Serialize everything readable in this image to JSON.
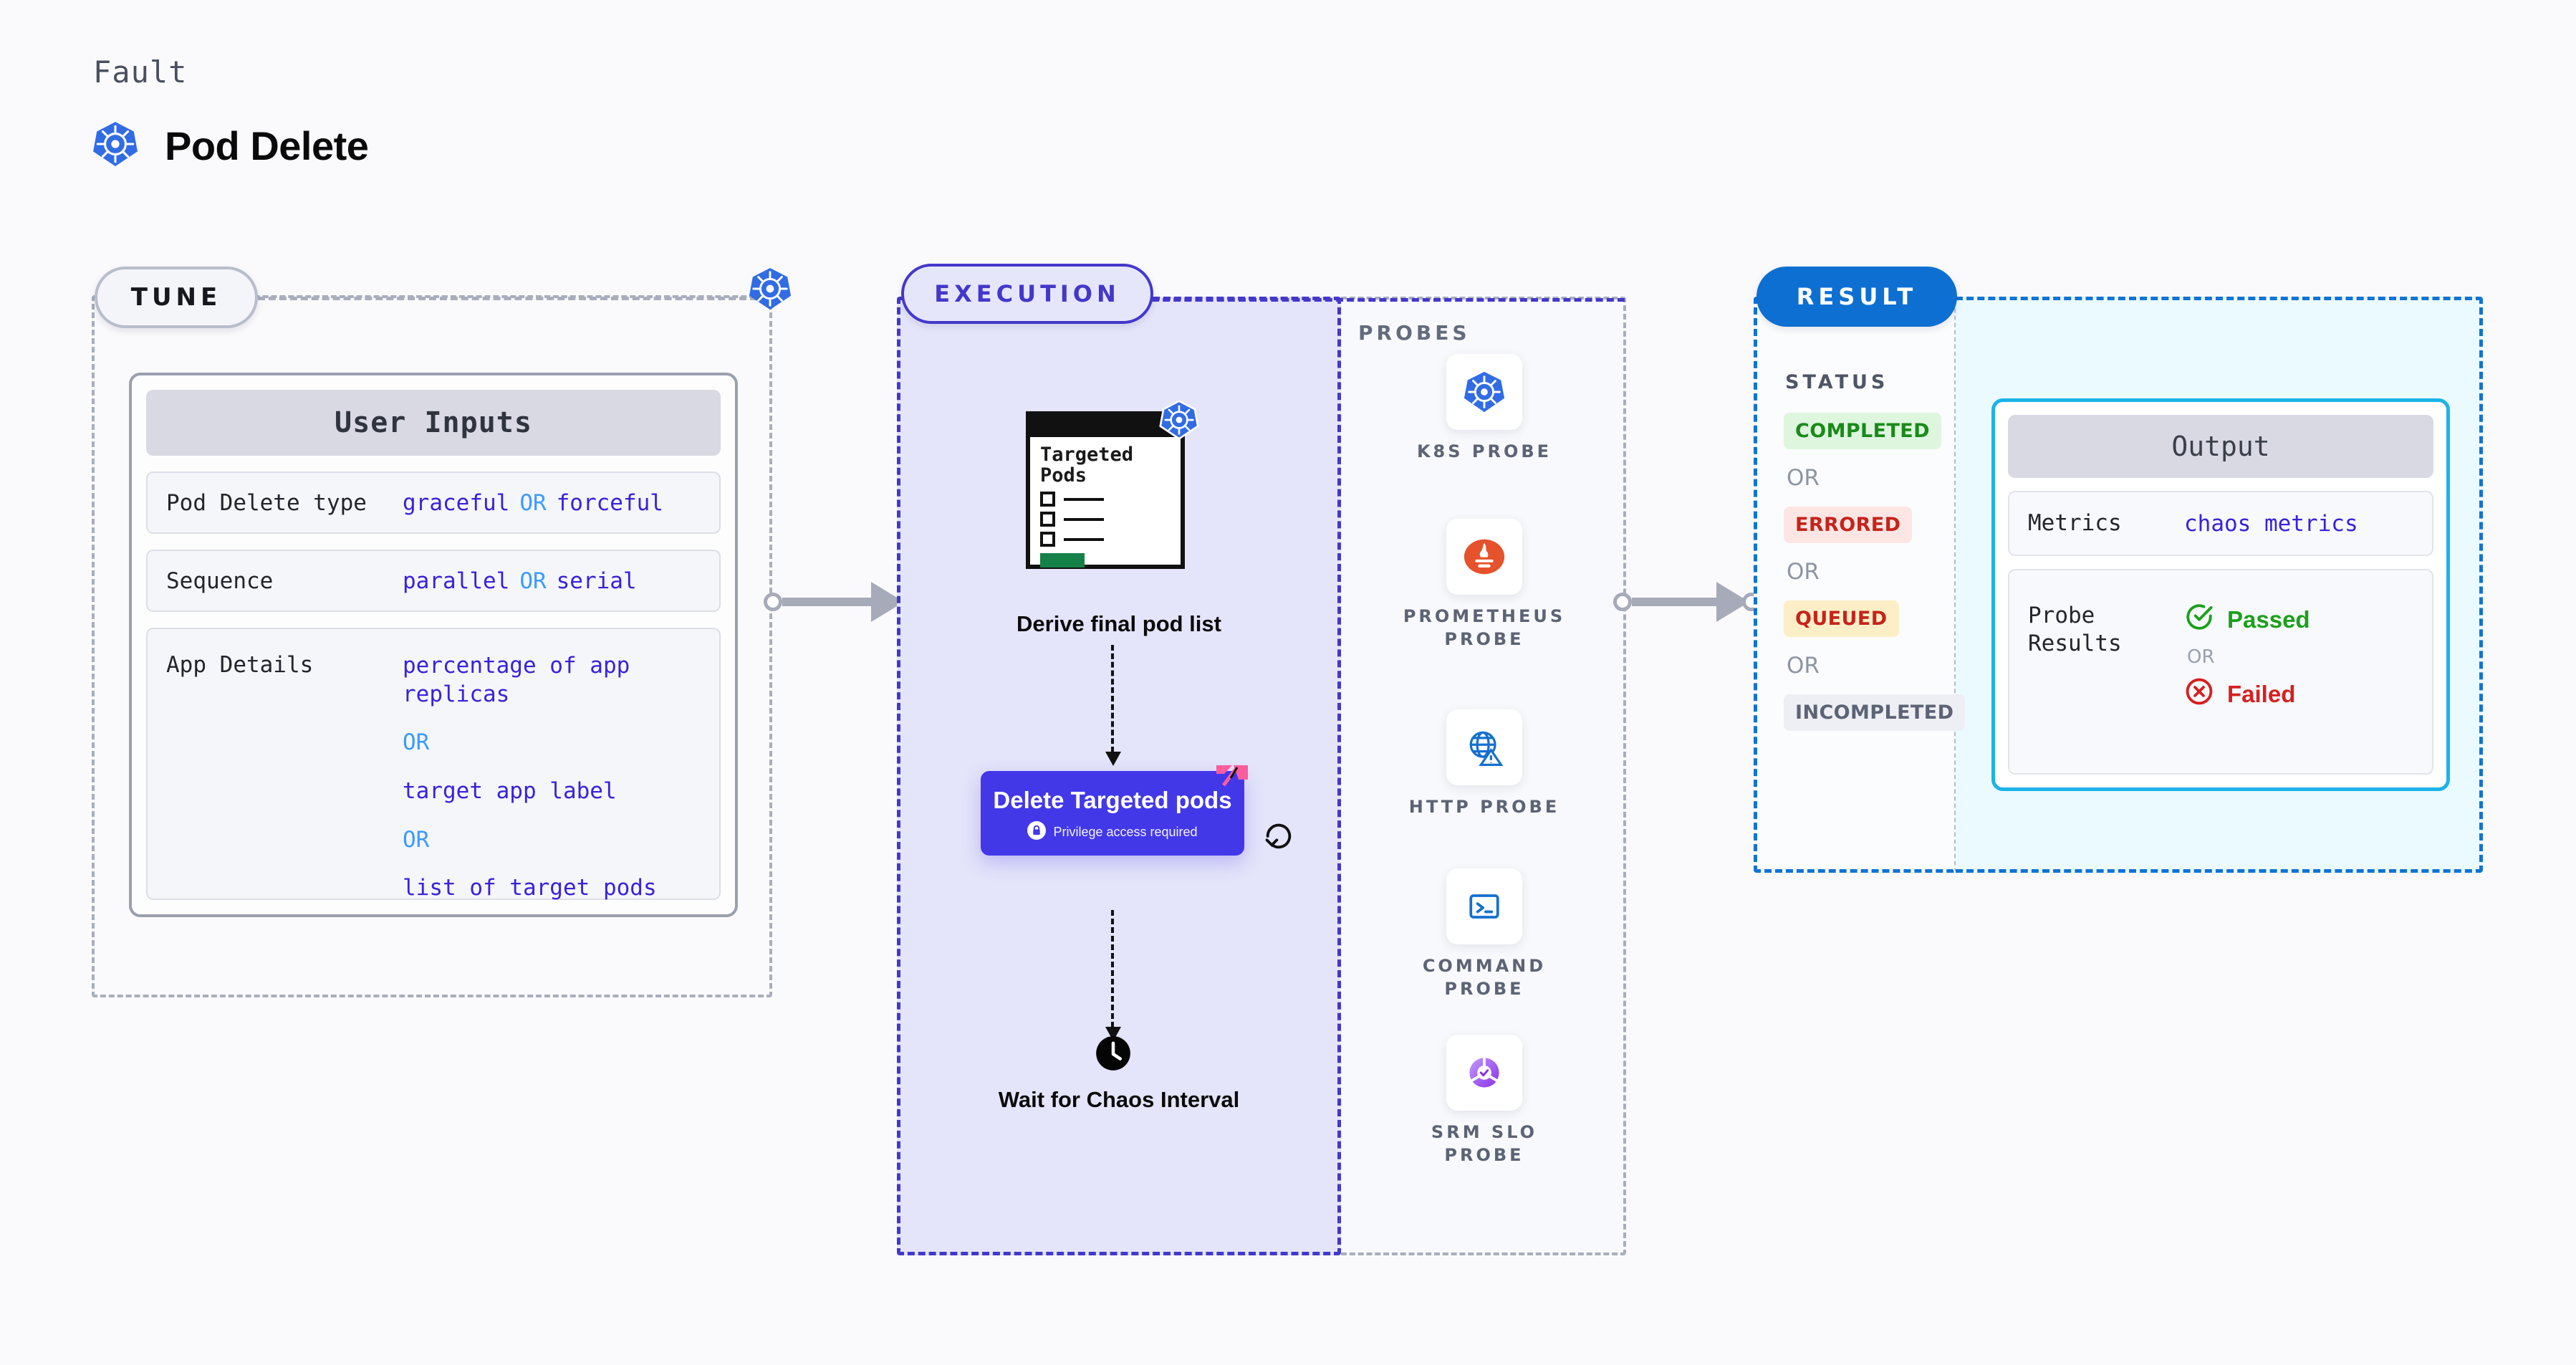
{
  "header": {
    "kicker": "Fault",
    "title": "Pod Delete",
    "icon": "kubernetes-icon"
  },
  "tune": {
    "pill_label": "TUNE",
    "corner_icon": "kubernetes-icon",
    "card": {
      "header": "User Inputs",
      "rows": [
        {
          "label": "Pod Delete type",
          "values": [
            "graceful",
            "forceful"
          ],
          "separator": "OR",
          "layout": "inline"
        },
        {
          "label": "Sequence",
          "values": [
            "parallel",
            "serial"
          ],
          "separator": "OR",
          "layout": "inline"
        },
        {
          "label": "App Details",
          "values": [
            "percentage of app replicas",
            "target app label",
            "list of target pods"
          ],
          "separator": "OR",
          "layout": "stacked"
        }
      ]
    }
  },
  "execution": {
    "pill_label": "EXECUTION",
    "nodes": [
      {
        "id": "derive",
        "caption": "Derive final pod list",
        "doc_title": "Targeted Pods",
        "badge_icon": "kubernetes-icon",
        "checkbox_count": 3
      },
      {
        "id": "delete",
        "title": "Delete Targeted pods",
        "privilege_note": "Privilege access required",
        "privilege_icon": "lock-icon",
        "flag_icon": "harness-flag-icon",
        "retry_icon": "retry-loop-icon"
      },
      {
        "id": "wait",
        "caption": "Wait for Chaos Interval",
        "icon": "clock-icon"
      }
    ]
  },
  "probes": {
    "title": "PROBES",
    "items": [
      {
        "label": "K8S PROBE",
        "icon": "kubernetes-icon"
      },
      {
        "label": "PROMETHEUS PROBE",
        "icon": "prometheus-icon"
      },
      {
        "label": "HTTP PROBE",
        "icon": "globe-warning-icon"
      },
      {
        "label": "COMMAND PROBE",
        "icon": "terminal-icon"
      },
      {
        "label": "SRM SLO PROBE",
        "icon": "srm-slo-icon"
      }
    ]
  },
  "result": {
    "pill_label": "RESULT",
    "status_title": "STATUS",
    "separator": "OR",
    "statuses": [
      {
        "label": "COMPLETED",
        "bg": "#DEF6DE",
        "fg": "#1A8A1A"
      },
      {
        "label": "ERRORED",
        "bg": "#FCE6E4",
        "fg": "#C5241C"
      },
      {
        "label": "QUEUED",
        "bg": "#FCEFC7",
        "fg": "#C5241C"
      },
      {
        "label": "INCOMPLETED",
        "bg": "#EDEFF4",
        "fg": "#5C6375"
      }
    ],
    "output": {
      "header": "Output",
      "metrics_label": "Metrics",
      "metrics_value": "chaos metrics",
      "probe_results_label": "Probe Results",
      "separator": "OR",
      "passed": {
        "label": "Passed",
        "icon": "check-circle-icon",
        "color": "#1BA01B"
      },
      "failed": {
        "label": "Failed",
        "icon": "x-circle-icon",
        "color": "#D62020"
      }
    }
  },
  "colors": {
    "canvas_bg": "#FAFAFC",
    "tune_border": "#A8AEBC",
    "execution_border": "#4338CA",
    "execution_bg": "#E4E4FA",
    "result_border": "#1173D4",
    "result_output_bg": "#EAFAFE",
    "accent_indigo": "#4338E8",
    "value_text": "#3822DC",
    "or_text": "#3C9BFF"
  }
}
